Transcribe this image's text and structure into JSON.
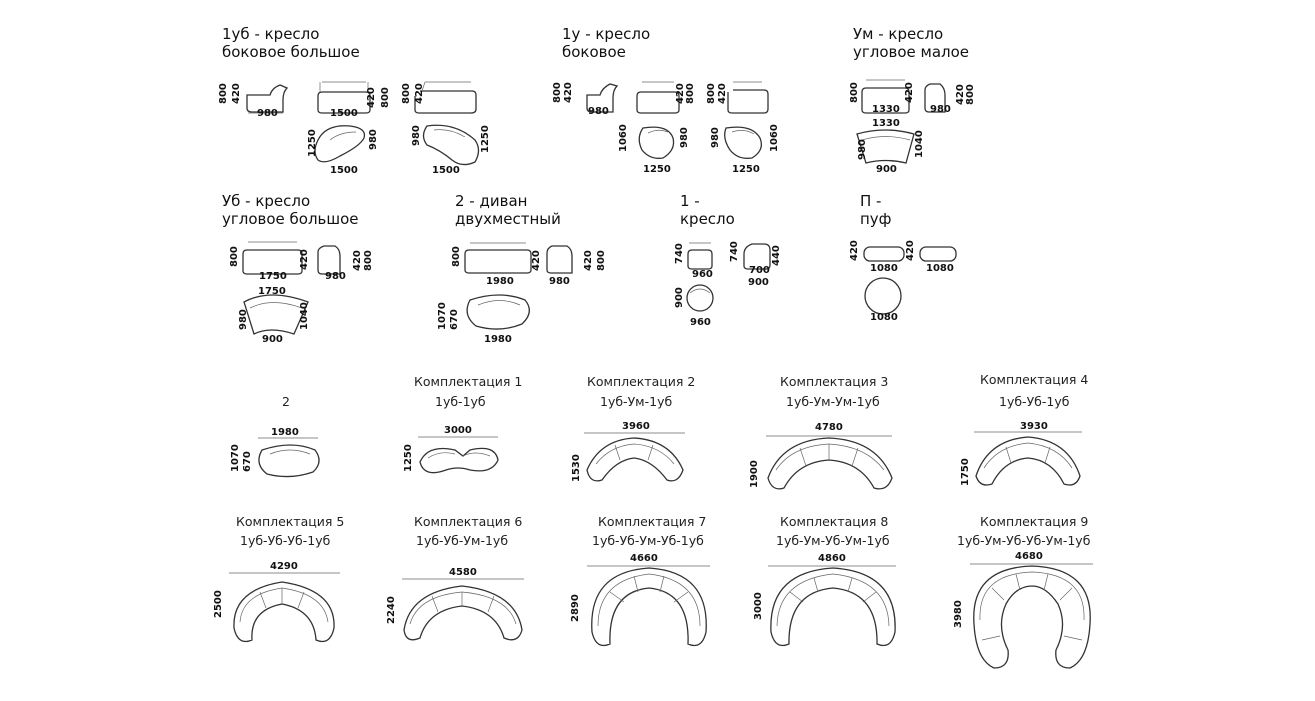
{
  "modules": [
    {
      "line1": "1уб - кресло",
      "line2": "боковое большое"
    },
    {
      "line1": "1у - кресло",
      "line2": "боковое"
    },
    {
      "line1": "Ум - кресло",
      "line2": "угловое малое"
    },
    {
      "line1": "Уб - кресло",
      "line2": "угловое большое"
    },
    {
      "line1": "2 - диван",
      "line2": "двухместный"
    },
    {
      "line1": "1 -",
      "line2": "кресло"
    },
    {
      "line1": "П -",
      "line2": "пуф"
    }
  ],
  "dims": {
    "m1": [
      "800",
      "420",
      "980",
      "1500",
      "420",
      "800",
      "800",
      "420",
      "1250",
      "980",
      "1500",
      "980",
      "1250",
      "1500"
    ],
    "m2": [
      "800",
      "420",
      "980",
      "420",
      "800",
      "800",
      "420",
      "1060",
      "980",
      "1250",
      "980",
      "1060",
      "1250"
    ],
    "m3": [
      "800",
      "1330",
      "420",
      "980",
      "420",
      "800",
      "1330",
      "980",
      "900",
      "1040"
    ],
    "m4": [
      "800",
      "1750",
      "420",
      "980",
      "420",
      "800",
      "1750",
      "980",
      "900",
      "1040"
    ],
    "m5": [
      "800",
      "1980",
      "420",
      "980",
      "420",
      "800",
      "1070",
      "670",
      "1980"
    ],
    "m6": [
      "740",
      "960",
      "740",
      "700",
      "440",
      "900",
      "900",
      "960"
    ],
    "m7": [
      "420",
      "1080",
      "420",
      "1080",
      "1080"
    ]
  },
  "sets": [
    {
      "title": "",
      "code": "2",
      "w": "1980",
      "h1": "1070",
      "h2": "670"
    },
    {
      "title": "Комплектация 1",
      "code": "1уб-1уб",
      "w": "3000",
      "h1": "1250"
    },
    {
      "title": "Комплектация 2",
      "code": "1уб-Ум-1уб",
      "w": "3960",
      "h1": "1530"
    },
    {
      "title": "Комплектация 3",
      "code": "1уб-Ум-Ум-1уб",
      "w": "4780",
      "h1": "1900"
    },
    {
      "title": "Комплектация 4",
      "code": "1уб-Уб-1уб",
      "w": "3930",
      "h1": "1750"
    },
    {
      "title": "Комплектация 5",
      "code": "1уб-Уб-Уб-1уб",
      "w": "4290",
      "h1": "2500"
    },
    {
      "title": "Комплектация 6",
      "code": "1уб-Уб-Ум-1уб",
      "w": "4580",
      "h1": "2240"
    },
    {
      "title": "Комплектация 7",
      "code": "1уб-Уб-Ум-Уб-1уб",
      "w": "4660",
      "h1": "2890"
    },
    {
      "title": "Комплектация 8",
      "code": "1уб-Ум-Уб-Ум-1уб",
      "w": "4860",
      "h1": "3000"
    },
    {
      "title": "Комплектация 9",
      "code": "1уб-Ум-Уб-Уб-Ум-1уб",
      "w": "4680",
      "h1": "3980"
    }
  ]
}
